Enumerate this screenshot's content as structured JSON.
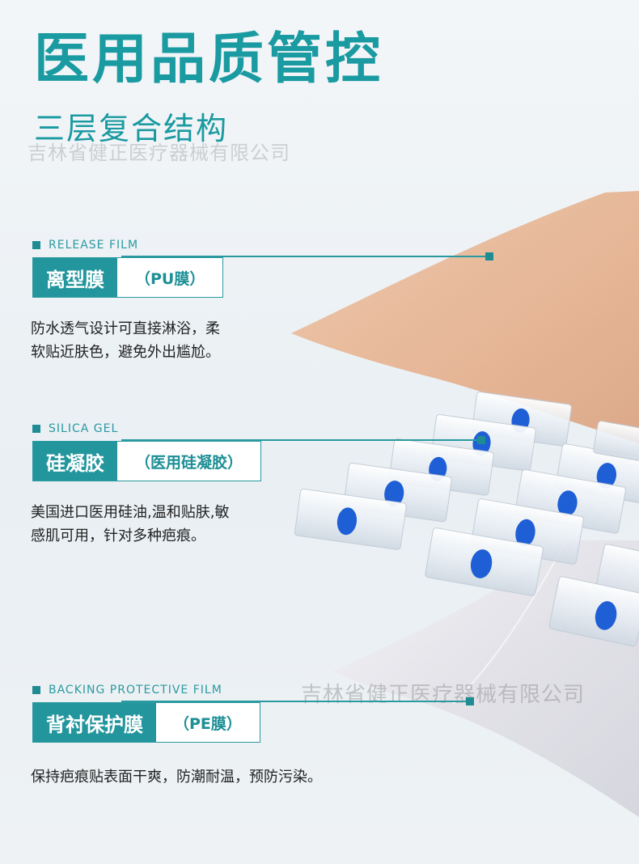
{
  "header": {
    "title": "医用品质管控",
    "subtitle": "三层复合结构",
    "watermark": "吉林省健正医疗器械有限公司"
  },
  "sections": [
    {
      "en": "RELEASE FILM",
      "name": "离型膜",
      "material": "（PU膜）",
      "desc_lines": [
        "防水透气设计可直接淋浴，柔",
        "软贴近肤色，避免外出尴尬。"
      ]
    },
    {
      "en": "SILICA GEL",
      "name": "硅凝胶",
      "material": "（医用硅凝胶）",
      "desc_lines": [
        "美国进口医用硅油,温和贴肤,敏",
        "感肌可用，针对多种疤痕。"
      ]
    },
    {
      "en": "BACKING PROTECTIVE FILM",
      "name": "背衬保护膜",
      "material": "（PE膜）",
      "desc_lines": [
        "保持疤痕贴表面干爽，防潮耐温，预防污染。"
      ]
    }
  ],
  "colors": {
    "accent": "#23969d",
    "skin_layer": "#e8bc9f",
    "gel_dot": "#1f5fd6",
    "backing": "#eaeaee"
  }
}
